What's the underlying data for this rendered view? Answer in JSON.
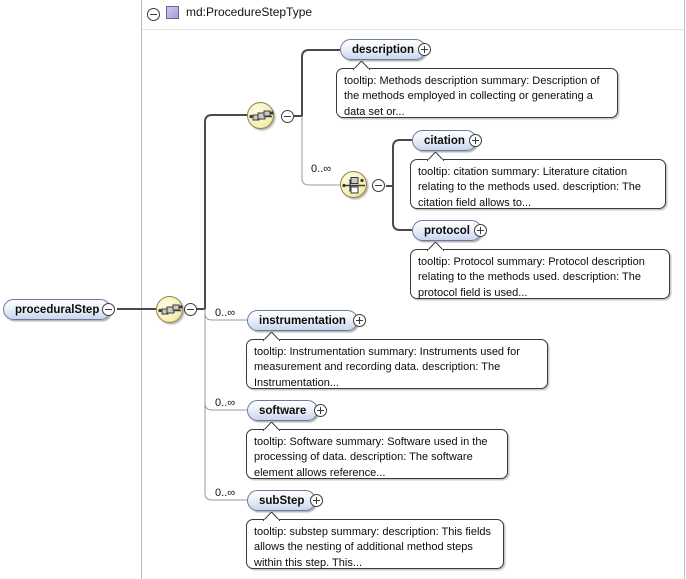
{
  "diagram": {
    "kind": "xml-schema-tree",
    "type_box": {
      "label": "md:ProcedureStepType",
      "collapse_icon": "minus-circle-icon",
      "swatch_icon": "complex-type-swatch-icon"
    },
    "root_element": {
      "label": "proceduralStep",
      "toggle": "minus-circle-icon"
    },
    "compositors": [
      {
        "id": "root-sequence",
        "kind": "sequence",
        "toggle": "minus-circle-icon"
      },
      {
        "id": "inner-sequence",
        "kind": "sequence",
        "toggle": "minus-circle-icon"
      },
      {
        "id": "choice",
        "kind": "choice",
        "toggle": "minus-circle-icon",
        "cardinality": "0..∞"
      }
    ],
    "elements": [
      {
        "id": "description",
        "label": "description",
        "toggle": "plus-circle-icon",
        "cardinality": "",
        "tooltip": "tooltip: Methods description summary: Description of the methods employed in collecting or generating a data set or..."
      },
      {
        "id": "citation",
        "label": "citation",
        "toggle": "plus-circle-icon",
        "cardinality": "",
        "tooltip": "tooltip: citation summary: Literature citation relating to the methods used. description: The citation field allows to..."
      },
      {
        "id": "protocol",
        "label": "protocol",
        "toggle": "plus-circle-icon",
        "cardinality": "",
        "tooltip": "tooltip: Protocol summary: Protocol description relating to the methods used. description: The protocol field is used..."
      },
      {
        "id": "instrumentation",
        "label": "instrumentation",
        "toggle": "plus-circle-icon",
        "cardinality": "0..∞",
        "tooltip": "tooltip: Instrumentation summary: Instruments used for measurement and recording data. description: The Instrumentation..."
      },
      {
        "id": "software",
        "label": "software",
        "toggle": "plus-circle-icon",
        "cardinality": "0..∞",
        "tooltip": "tooltip: Software summary: Software used in the processing of data. description: The software element allows reference..."
      },
      {
        "id": "subStep",
        "label": "subStep",
        "toggle": "plus-circle-icon",
        "cardinality": "0..∞",
        "tooltip": "tooltip: substep summary: description: This fields allows the nesting of additional method steps within this step. This..."
      }
    ],
    "colors": {
      "element_border": "#6c7a9c",
      "element_fill_top": "#ffffff",
      "element_fill_bottom": "#c9d6ef",
      "compositor_fill": "#f7f0b8",
      "compositor_border": "#8a8344",
      "required_wire": "#4a4a4a",
      "optional_wire": "#9a9a9a",
      "frame_border": "#bdbdbd",
      "type_swatch": "#a99ed6"
    }
  }
}
